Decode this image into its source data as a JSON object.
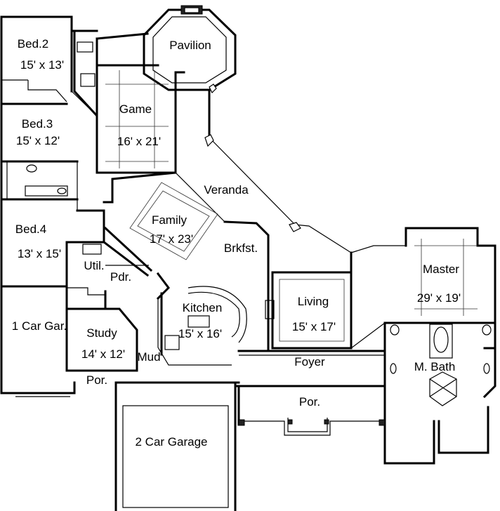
{
  "rooms": {
    "bed2": {
      "name": "Bed.2",
      "size": "15' x 13'"
    },
    "pavilion": {
      "name": "Pavilion"
    },
    "game": {
      "name": "Game",
      "size": "16' x 21'"
    },
    "bed3": {
      "name": "Bed.3",
      "size": "15' x 12'"
    },
    "veranda": {
      "name": "Veranda"
    },
    "family": {
      "name": "Family",
      "size": "17' x 23'"
    },
    "brkfst": {
      "name": "Brkfst."
    },
    "bed4": {
      "name": "Bed.4",
      "size": "13' x 15'"
    },
    "util": {
      "name": "Util."
    },
    "pdr": {
      "name": "Pdr."
    },
    "master": {
      "name": "Master",
      "size": "29' x 19'"
    },
    "living": {
      "name": "Living",
      "size": "15' x 17'"
    },
    "kitchen": {
      "name": "Kitchen",
      "size": "15' x 16'"
    },
    "car1": {
      "name": "1 Car Gar."
    },
    "study": {
      "name": "Study",
      "size": "14' x 12'"
    },
    "mud": {
      "name": "Mud"
    },
    "foyer": {
      "name": "Foyer"
    },
    "mbath": {
      "name": "M. Bath"
    },
    "por_small": {
      "name": "Por."
    },
    "por_main": {
      "name": "Por."
    },
    "car2": {
      "name": "2 Car Garage"
    }
  }
}
